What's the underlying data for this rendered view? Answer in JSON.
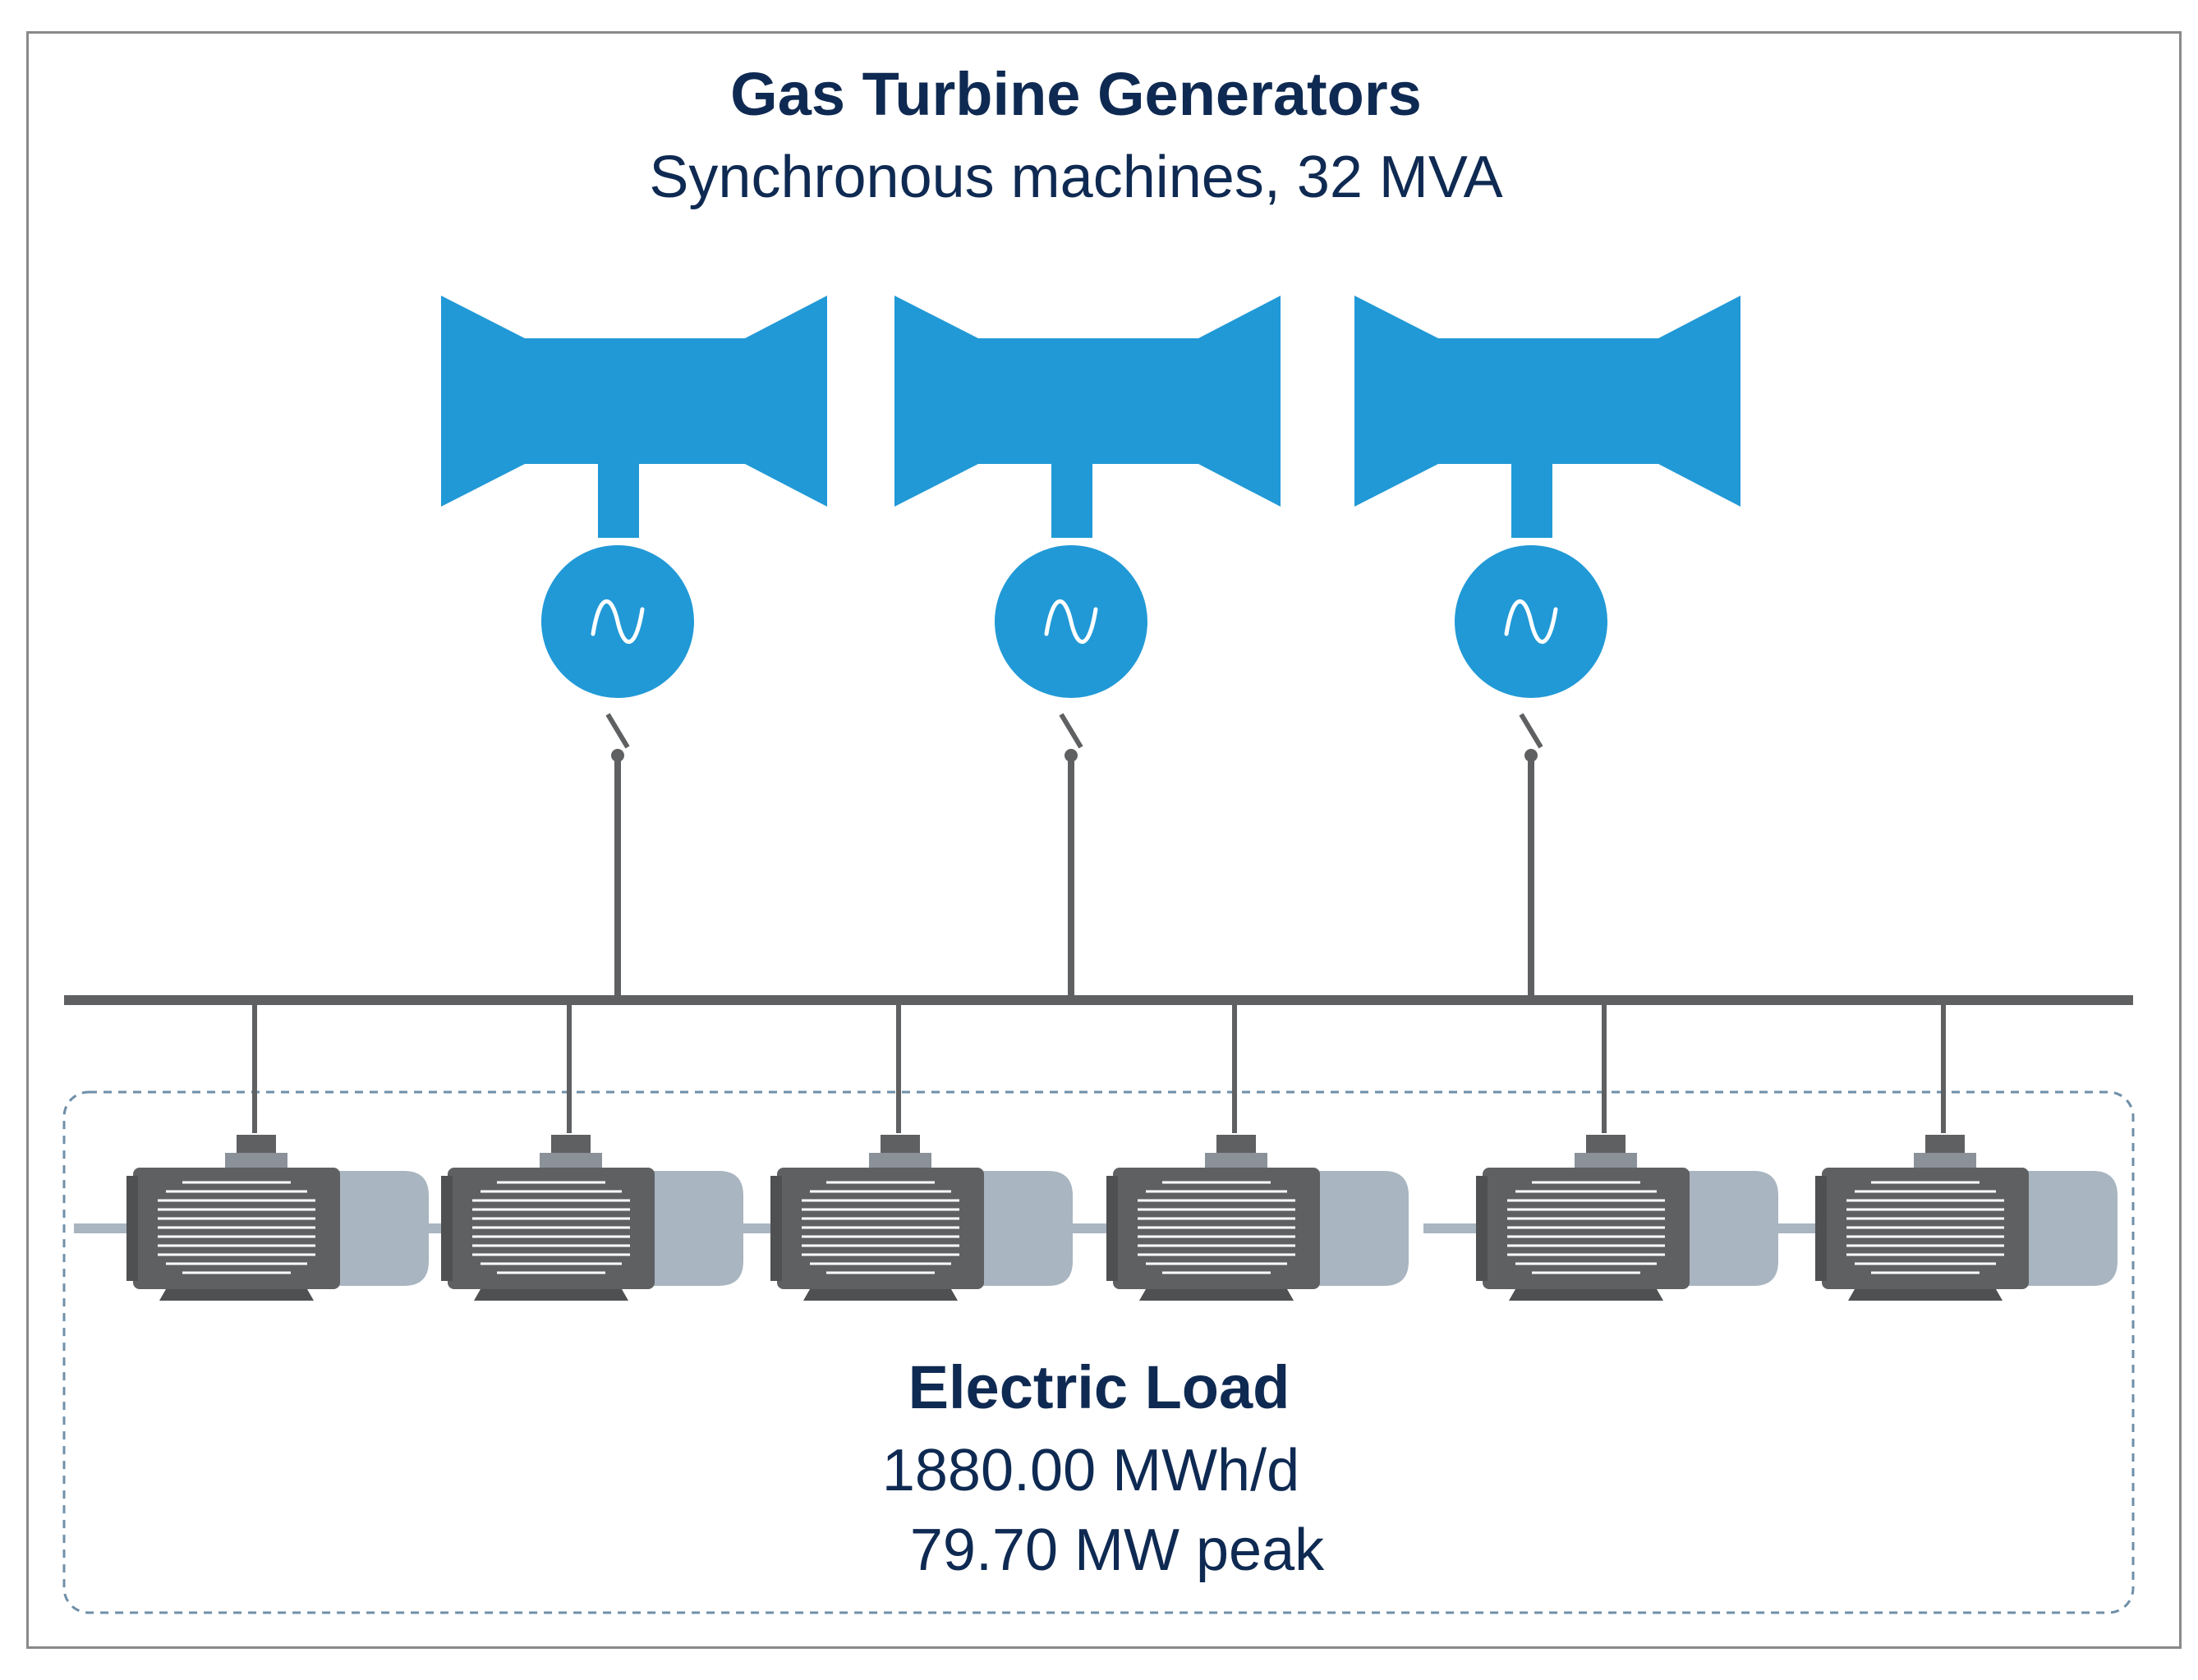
{
  "generators": {
    "title": "Gas Turbine Generators",
    "subtitle": "Synchronous machines, 32 MVA",
    "count": 3,
    "ac_symbol": "~",
    "color": "#2199d6"
  },
  "load": {
    "title": "Electric Load",
    "energy": "1880.00 MWh/d",
    "peak": "79.70 MW peak",
    "motor_count": 6
  },
  "colors": {
    "text": "#0f2a52",
    "line": "#5f6062",
    "motor_body": "#5f6062",
    "motor_end": "#a9b5c0",
    "dashed_border": "#6f8fa8"
  }
}
